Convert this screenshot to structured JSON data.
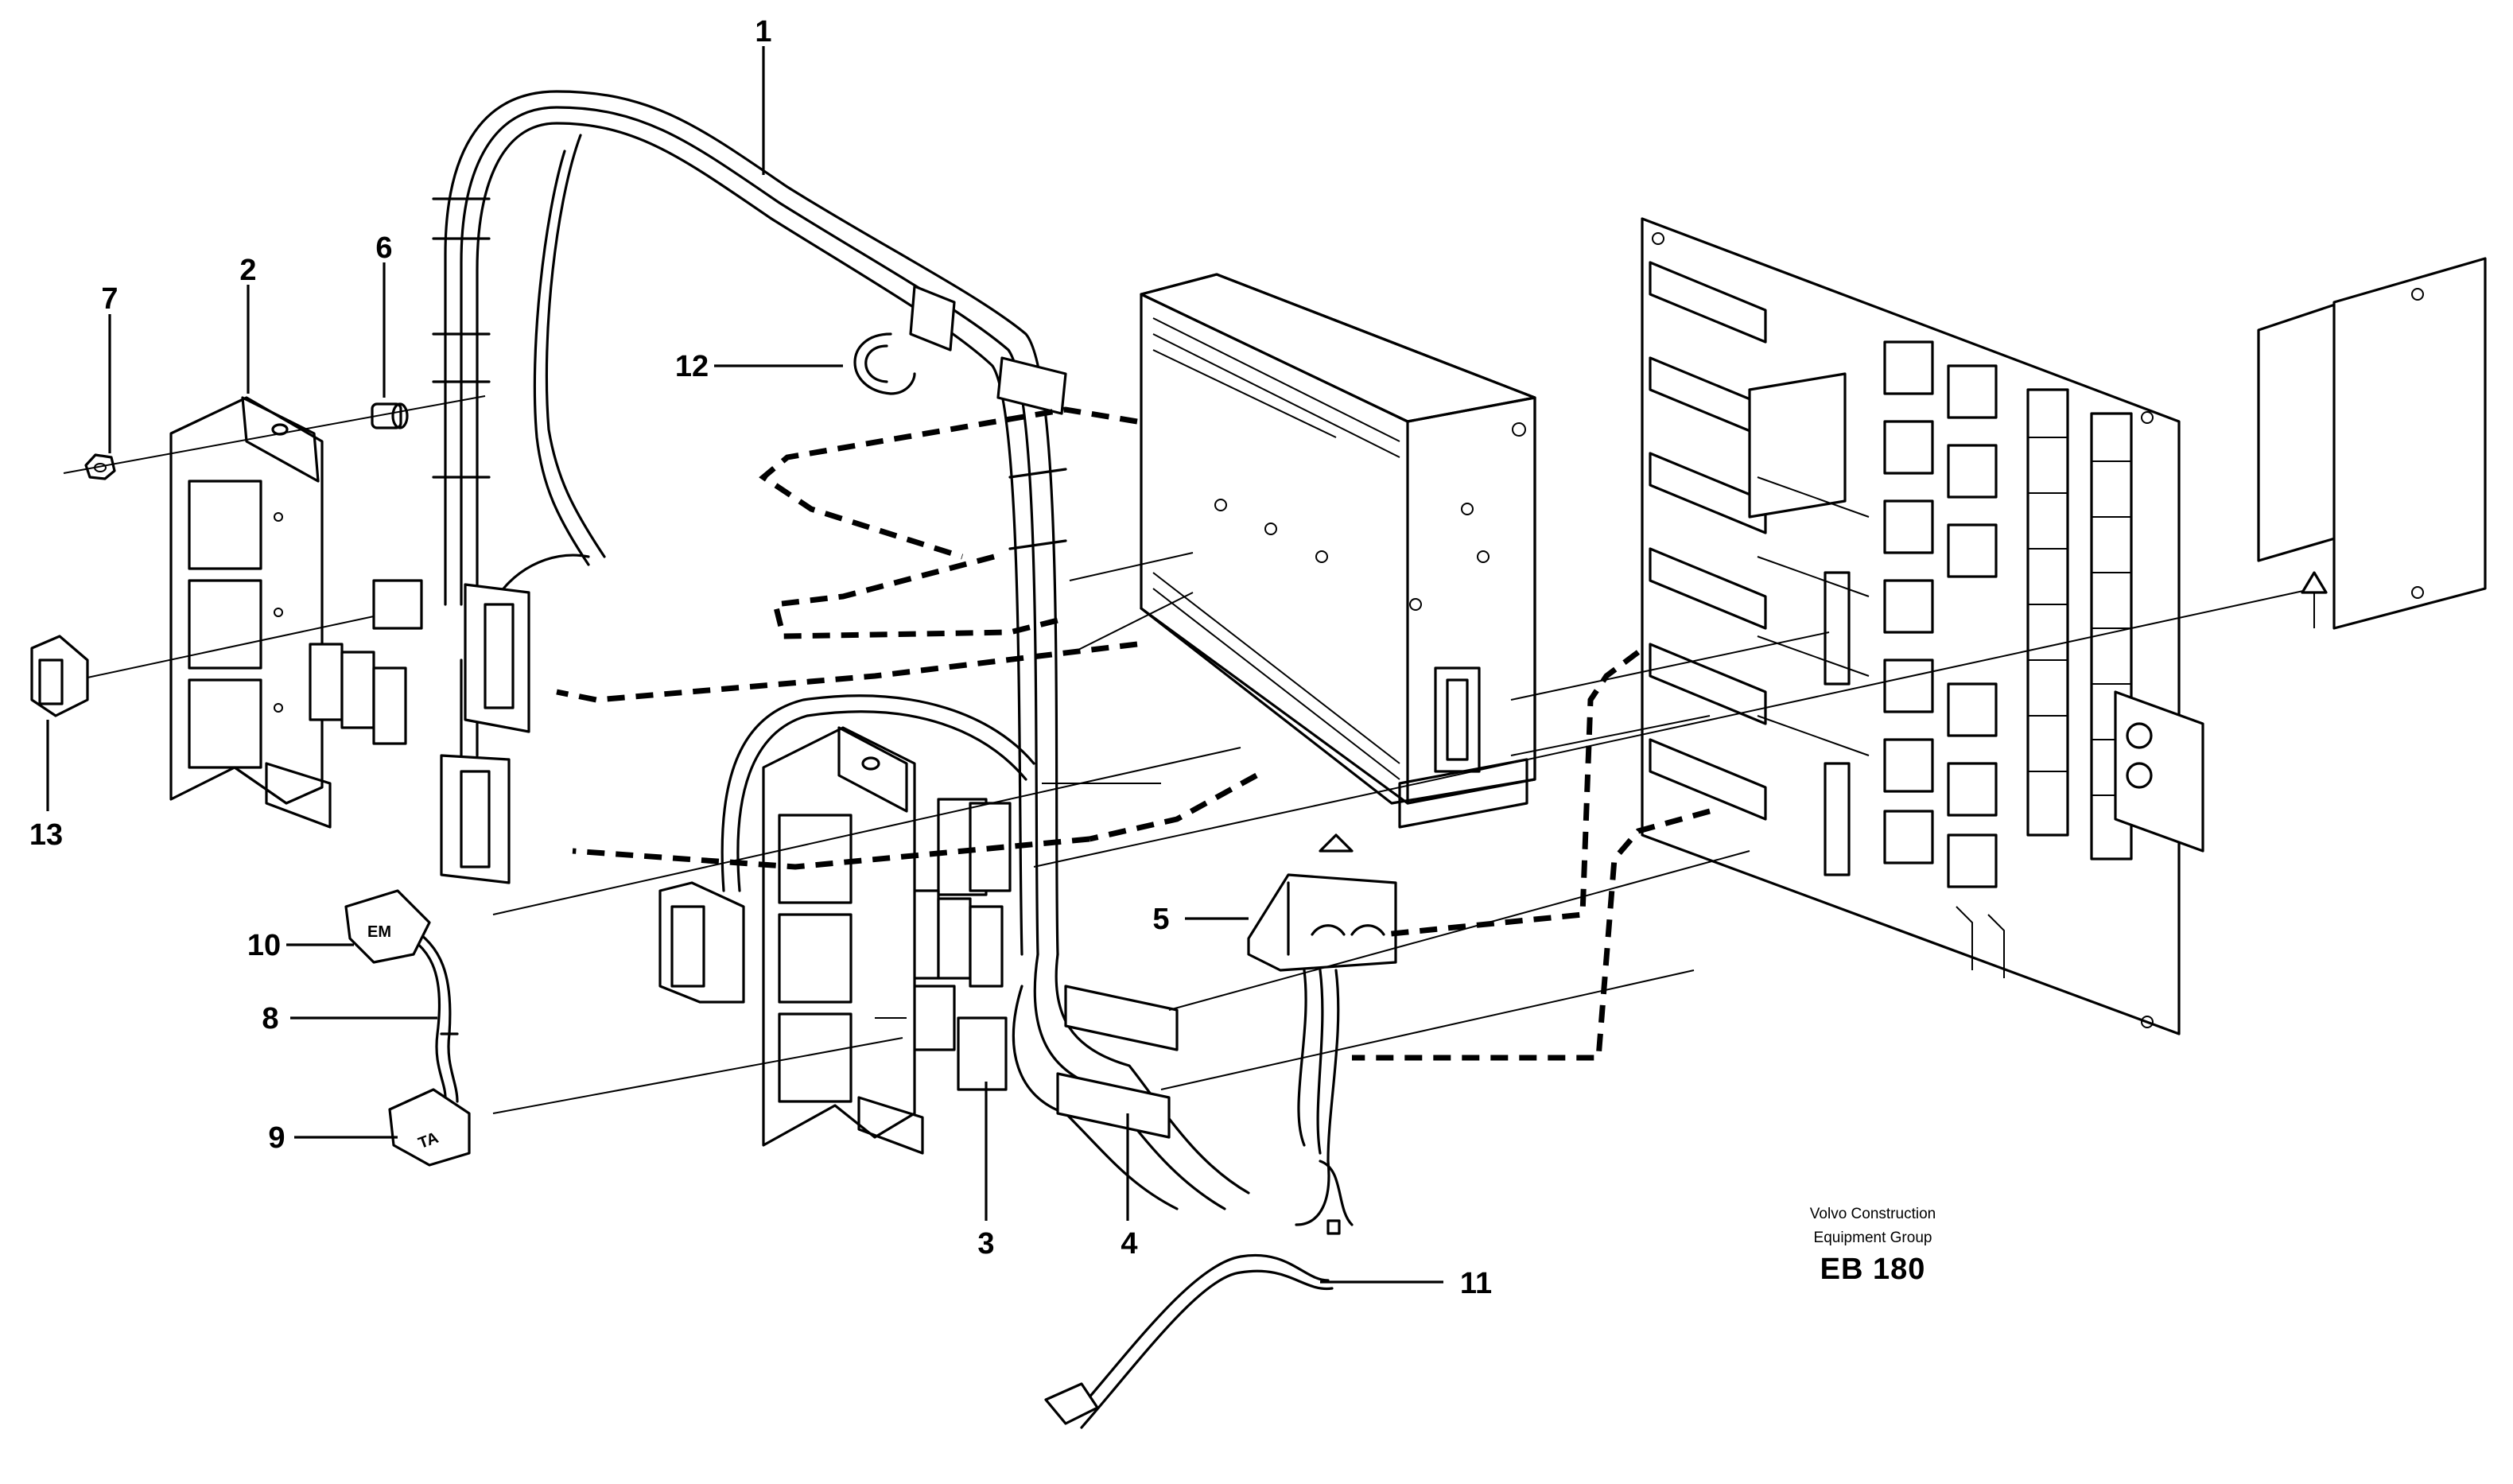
{
  "callouts": {
    "n1": "1",
    "n2": "2",
    "n3": "3",
    "n4": "4",
    "n5": "5",
    "n6": "6",
    "n7": "7",
    "n8": "8",
    "n9": "9",
    "n10": "10",
    "n11": "11",
    "n12": "12",
    "n13": "13"
  },
  "connector_tags": {
    "em": "EM",
    "ta": "TA"
  },
  "stamp": {
    "line1": "Volvo Construction",
    "line2": "Equipment Group",
    "code": "EB 180"
  }
}
